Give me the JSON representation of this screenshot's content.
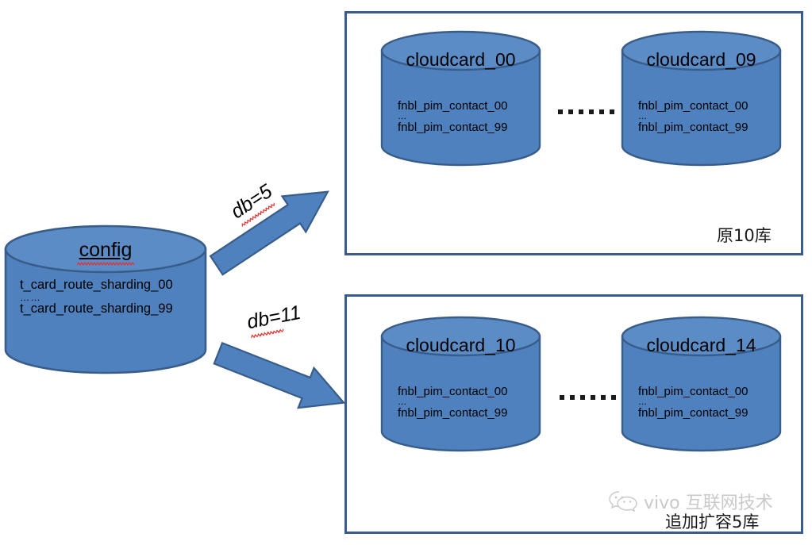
{
  "diagram": {
    "title": "Database sharding expansion diagram",
    "colors": {
      "cylinder_fill": "#4E81BD",
      "cylinder_stroke": "#385D8A",
      "box_stroke": "#3A5C8C",
      "arrow_fill": "#4E81BD",
      "arrow_stroke": "#385D8A",
      "spellcheck_underline": "#E03030",
      "watermark": "#C9C9C9"
    },
    "source": {
      "name": "config",
      "title": "config",
      "tables": [
        "t_card_route_sharding_00",
        "……",
        "t_card_route_sharding_99"
      ]
    },
    "arrows": [
      {
        "name": "db-5",
        "label": "db=5",
        "direction": "up-right"
      },
      {
        "name": "db-11",
        "label": "db=11",
        "direction": "down-right"
      }
    ],
    "groups": [
      {
        "name": "original-10-databases",
        "label": "原10库",
        "ellipsis": "……",
        "databases": [
          {
            "name": "cloudcard_00",
            "title": "cloudcard_00",
            "tables": [
              "fnbl_pim_contact_00",
              "…",
              "fnbl_pim_contact_99"
            ]
          },
          {
            "name": "cloudcard_09",
            "title": "cloudcard_09",
            "tables": [
              "fnbl_pim_contact_00",
              "…",
              "fnbl_pim_contact_99"
            ]
          }
        ]
      },
      {
        "name": "added-5-databases",
        "label": "追加扩容5库",
        "ellipsis": "……",
        "databases": [
          {
            "name": "cloudcard_10",
            "title": "cloudcard_10",
            "tables": [
              "fnbl_pim_contact_00",
              "…",
              "fnbl_pim_contact_99"
            ]
          },
          {
            "name": "cloudcard_14",
            "title": "cloudcard_14",
            "tables": [
              "fnbl_pim_contact_00",
              "…",
              "fnbl_pim_contact_99"
            ]
          }
        ]
      }
    ],
    "watermark": {
      "name": "vivo-wechat-watermark",
      "text": "vivo 互联网技术",
      "icon": "wechat-icon"
    }
  }
}
